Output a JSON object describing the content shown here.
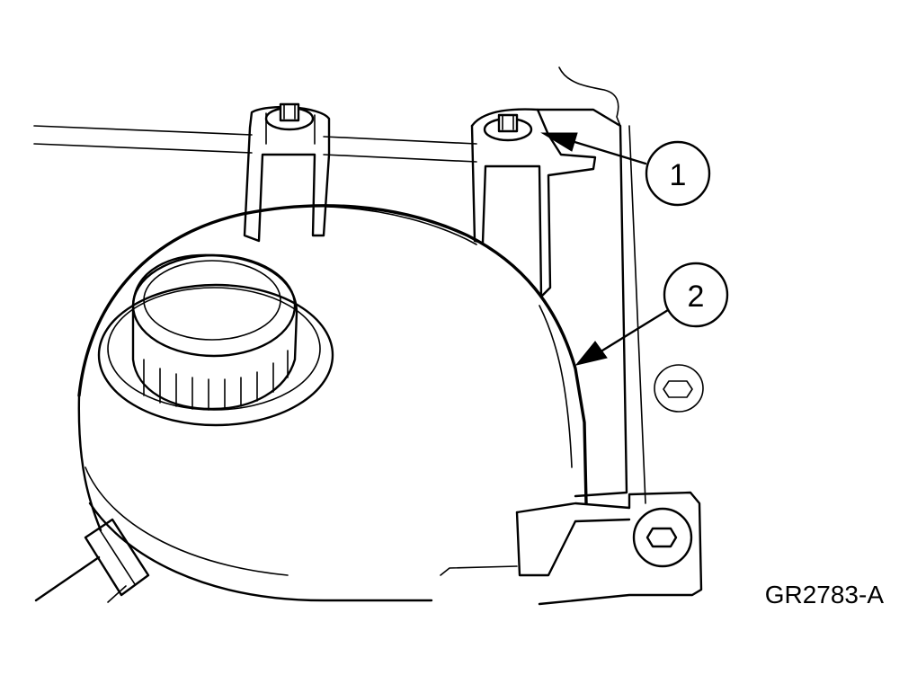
{
  "figure": {
    "callouts": [
      {
        "number": "1"
      },
      {
        "number": "2"
      }
    ],
    "figure_code": "GR2783-A"
  }
}
